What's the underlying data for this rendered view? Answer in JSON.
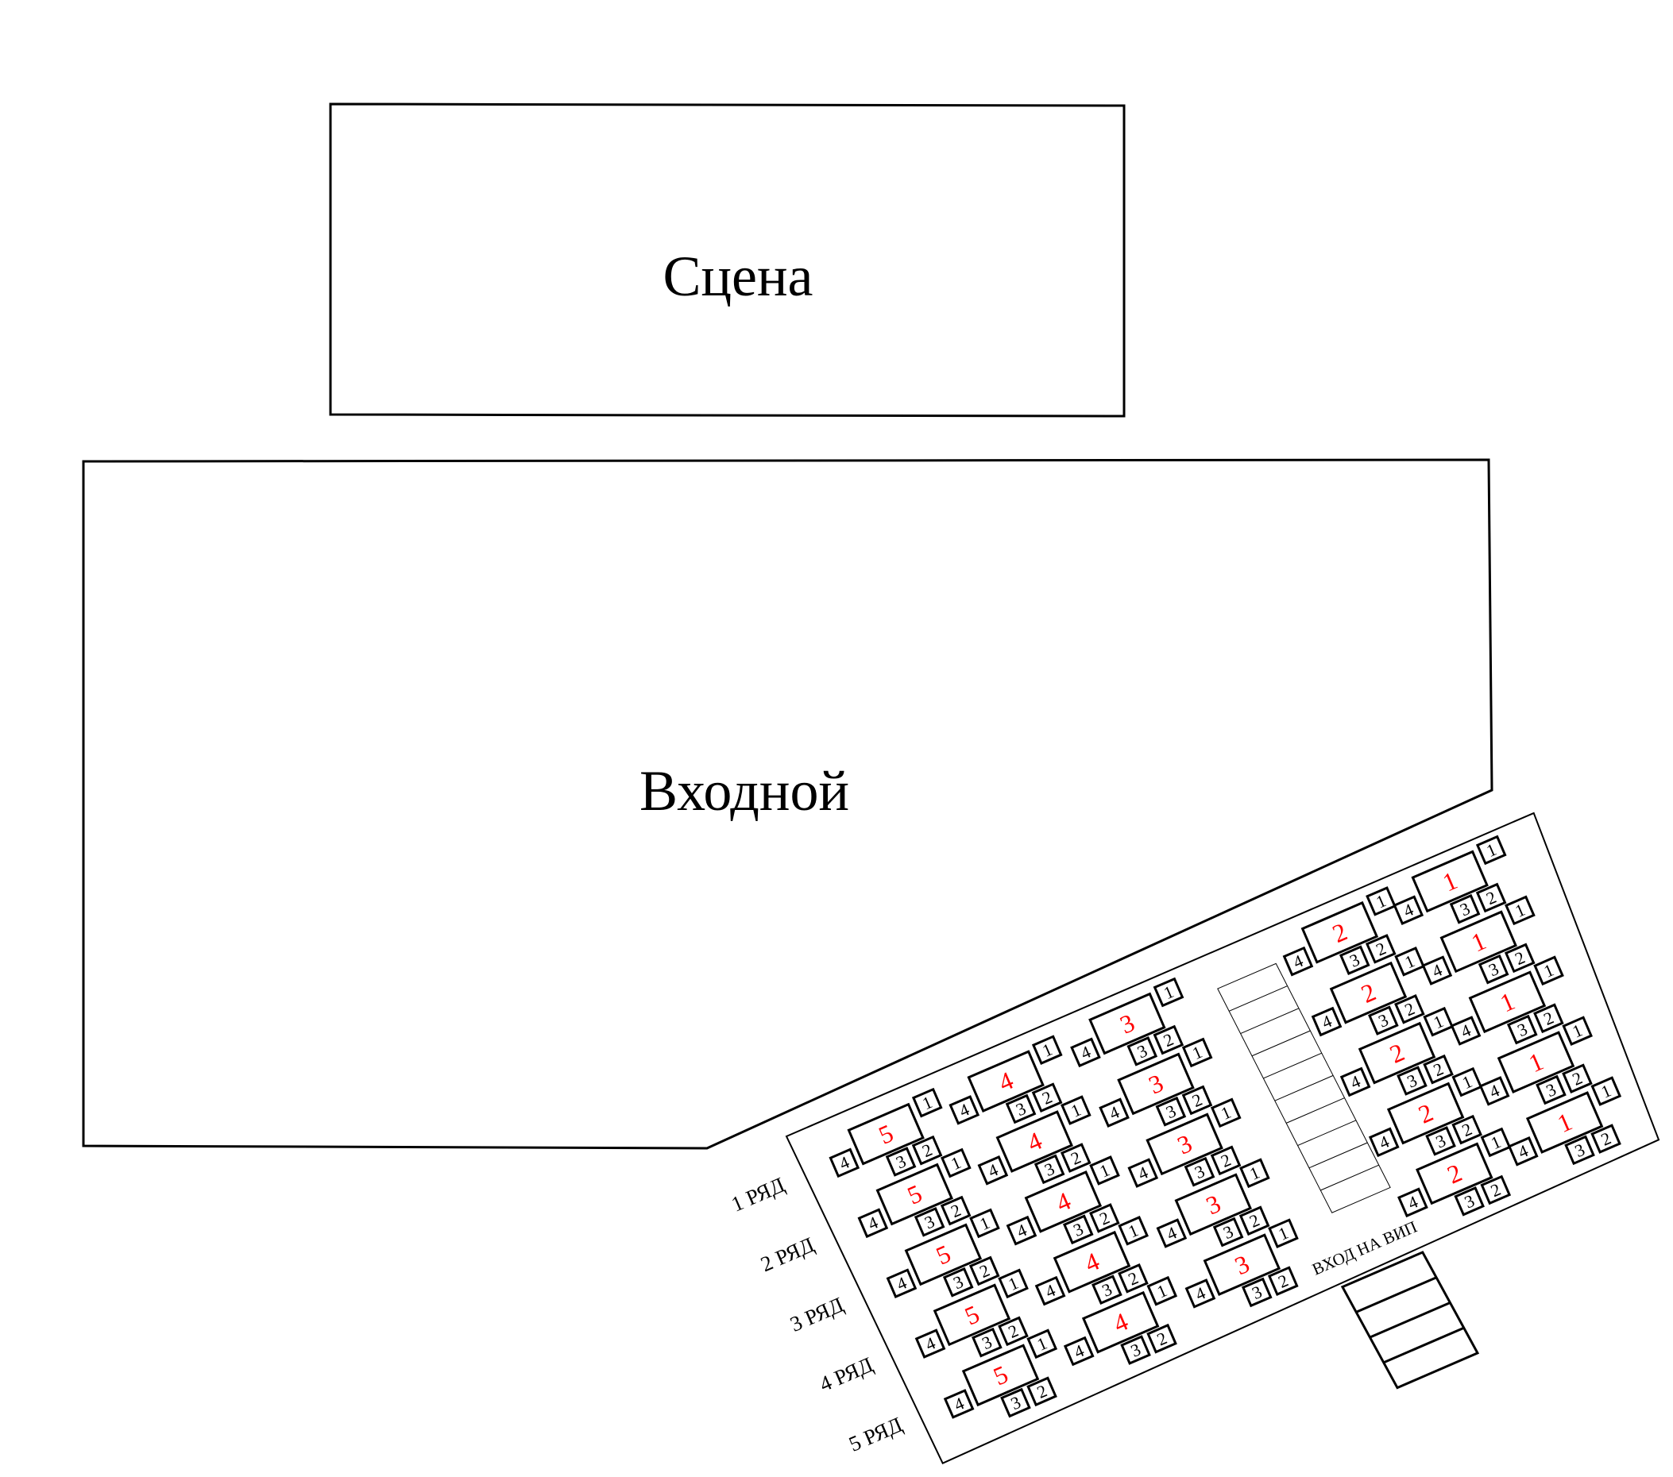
{
  "stage": {
    "label": "Сцена"
  },
  "hall": {
    "label": "Входной"
  },
  "vip": {
    "entrance_label": "ВХОД НА ВИП",
    "row_labels": [
      "1 РЯД",
      "2 РЯД",
      "3 РЯД",
      "4 РЯД",
      "5 РЯД"
    ],
    "chair_labels": [
      "1",
      "2",
      "3",
      "4"
    ],
    "table_number_color": "#ff0000",
    "columns": [
      {
        "table_number": "5",
        "rows": 5
      },
      {
        "table_number": "4",
        "rows": 5
      },
      {
        "table_number": "3",
        "rows": 5
      },
      {
        "table_number": "2",
        "rows": 5
      },
      {
        "table_number": "1",
        "rows": 5
      }
    ]
  }
}
